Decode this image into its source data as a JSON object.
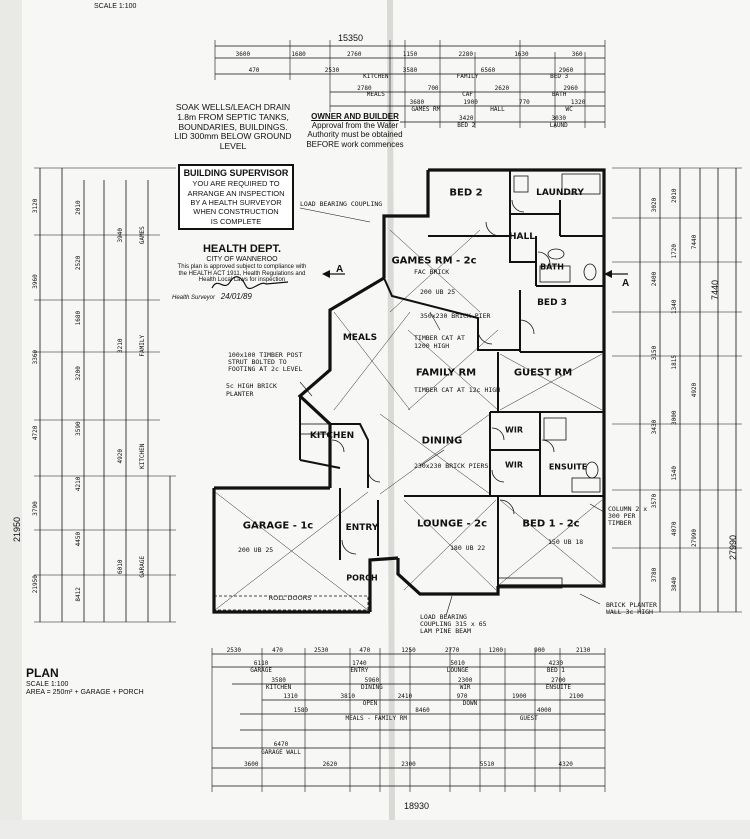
{
  "sheet": {
    "scale_top": "SCALE 1:100",
    "overall_top": "15350",
    "overall_bottom": "18930",
    "overall_left": "21950",
    "overall_right_a": "7440",
    "overall_right_b": "27990",
    "section_marker": "A"
  },
  "notes": {
    "soak_wells": [
      "SOAK WELLS/LEACH DRAIN",
      "1.8m FROM SEPTIC TANKS,",
      "BOUNDARIES, BUILDINGS.",
      "LID 300mm BELOW GROUND LEVEL"
    ],
    "owner_title": "OWNER AND BUILDER",
    "owner_body": [
      "Approval from the Water",
      "Authority must be obtained",
      "BEFORE work commences"
    ],
    "supervisor_title": "BUILDING SUPERVISOR",
    "supervisor_body": [
      "YOU ARE REQUIRED TO",
      "ARRANGE AN INSPECTION",
      "BY A HEALTH SURVEYOR",
      "WHEN CONSTRUCTION",
      "IS COMPLETE"
    ],
    "health_title": "HEALTH DEPT.",
    "health_sub": "CITY OF WANNEROO",
    "health_body": [
      "This plan is approved subject to compliance with",
      "the HEALTH ACT 1911, Health Regulations and",
      "Health Local Laws for inspection"
    ],
    "health_signature_line": "Health Surveyor",
    "plan_title": "PLAN",
    "plan_scale": "SCALE 1:100",
    "plan_area": "AREA = 250m² + GARAGE + PORCH"
  },
  "rooms": {
    "bed2": "BED 2",
    "laundry": "LAUNDRY",
    "hall": "HALL",
    "bath": "BATH",
    "bed3": "BED 3",
    "games": "GAMES RM - 2c",
    "meals": "MEALS",
    "family": "FAMILY RM",
    "guest": "GUEST RM",
    "kitchen": "KITCHEN",
    "dining": "DINING",
    "wir1": "WIR",
    "wir2": "WIR",
    "ensuite": "ENSUITE",
    "garage": "GARAGE - 1c",
    "entry": "ENTRY",
    "lounge": "LOUNGE - 2c",
    "bed1": "BED 1 - 2c",
    "porch": "PORCH",
    "roll_doors": "ROLL DOORS"
  },
  "annotations": {
    "load_bearing": "LOAD BEARING COUPLING",
    "games_fac": "FAC BRICK",
    "ub200": "200 UB 25",
    "timber_cat": "TIMBER CAT AT 1200 HIGH",
    "brick_pier": "350x230 BRICK PIER",
    "glass_window": "TIMBER CAT AT 12c HIGH",
    "dining_piers": "230x230 BRICK PIERS",
    "lounge_ub": "180 UB 22",
    "bed1_ub": "150 UB 18",
    "garage_beam": "200 UB 25",
    "planter": "BRICK PLANTER WALL 3c HIGH",
    "corner_col": "COLUMN 2 x 300 PER TIMBER",
    "lam_beam": "LOAD BEARING COUPLING 315 x 65 LAM PINE BEAM",
    "kitchen_strut": "100x100 TIMBER POST STRUT BOLTED TO FOOTING AT 2c LEVEL",
    "hs_planter": "5c HIGH BRICK PLANTER",
    "date_sign": "24/01/89"
  },
  "dims_top": {
    "row1": [
      "3600",
      "1680",
      "2760",
      "1150",
      "2280",
      "1630",
      "360"
    ],
    "row2": [
      "470",
      "2530",
      "3580",
      "6560",
      "2960"
    ],
    "row2_labels": [
      "KITCHEN",
      "FAMILY",
      "BED 3"
    ],
    "row3": [
      "2780",
      "700",
      "2620",
      "2960"
    ],
    "row3_labels": [
      "MEALS",
      "CAF",
      "BATH"
    ],
    "row4": [
      "3680",
      "1900",
      "770",
      "1320"
    ],
    "row4_labels": [
      "GAMES RM",
      "HALL",
      "WC"
    ],
    "row5": [
      "3420",
      "3030"
    ],
    "row5_labels": [
      "BED 2",
      "LAUND"
    ]
  },
  "dims_bottom": {
    "row1": [
      "2530",
      "470",
      "2530",
      "470",
      "1250",
      "2770",
      "1200",
      "900",
      "2130"
    ],
    "row2": [
      "6110",
      "1740",
      "5010",
      "4230"
    ],
    "row2_labels": [
      "GARAGE",
      "ENTRY",
      "LOUNGE",
      "BED 1"
    ],
    "row3": [
      "3580",
      "5960",
      "2300",
      "2700"
    ],
    "row3_labels": [
      "KITCHEN",
      "DINING",
      "WIR",
      "ENSUITE"
    ],
    "row4": [
      "1310",
      "3810",
      "2410",
      "970",
      "1900",
      "2100"
    ],
    "row4_labels": [
      "OPEN",
      "DOWN"
    ],
    "row5": [
      "1580",
      "8460",
      "4000"
    ],
    "row5_labels": [
      "MEALS - FAMILY RM",
      "GUEST"
    ],
    "row6": [
      "6470"
    ],
    "row6_labels": [
      "GARAGE WALL"
    ],
    "row7": [
      "3600",
      "2620",
      "2300",
      "5510",
      "4320"
    ]
  },
  "dims_left": {
    "col1": [
      "3120",
      "3960",
      "3360",
      "4720",
      "3790",
      "21950"
    ],
    "col2": [
      "2010",
      "2520",
      "1680",
      "3200",
      "3590",
      "4210",
      "4450",
      "8412"
    ],
    "col3": [
      "3940",
      "3210",
      "4920",
      "6010"
    ],
    "col3_labels": [
      "GAMES",
      "FAMILY",
      "KITCHEN",
      "GARAGE"
    ]
  },
  "dims_right": {
    "col1": [
      "3020",
      "2400",
      "3150",
      "3430",
      "3570",
      "3780"
    ],
    "col2": [
      "2010",
      "1720",
      "1340",
      "1815",
      "3000",
      "1540",
      "4070",
      "3840"
    ],
    "col3": [
      "7440",
      "4920",
      "27990"
    ]
  }
}
